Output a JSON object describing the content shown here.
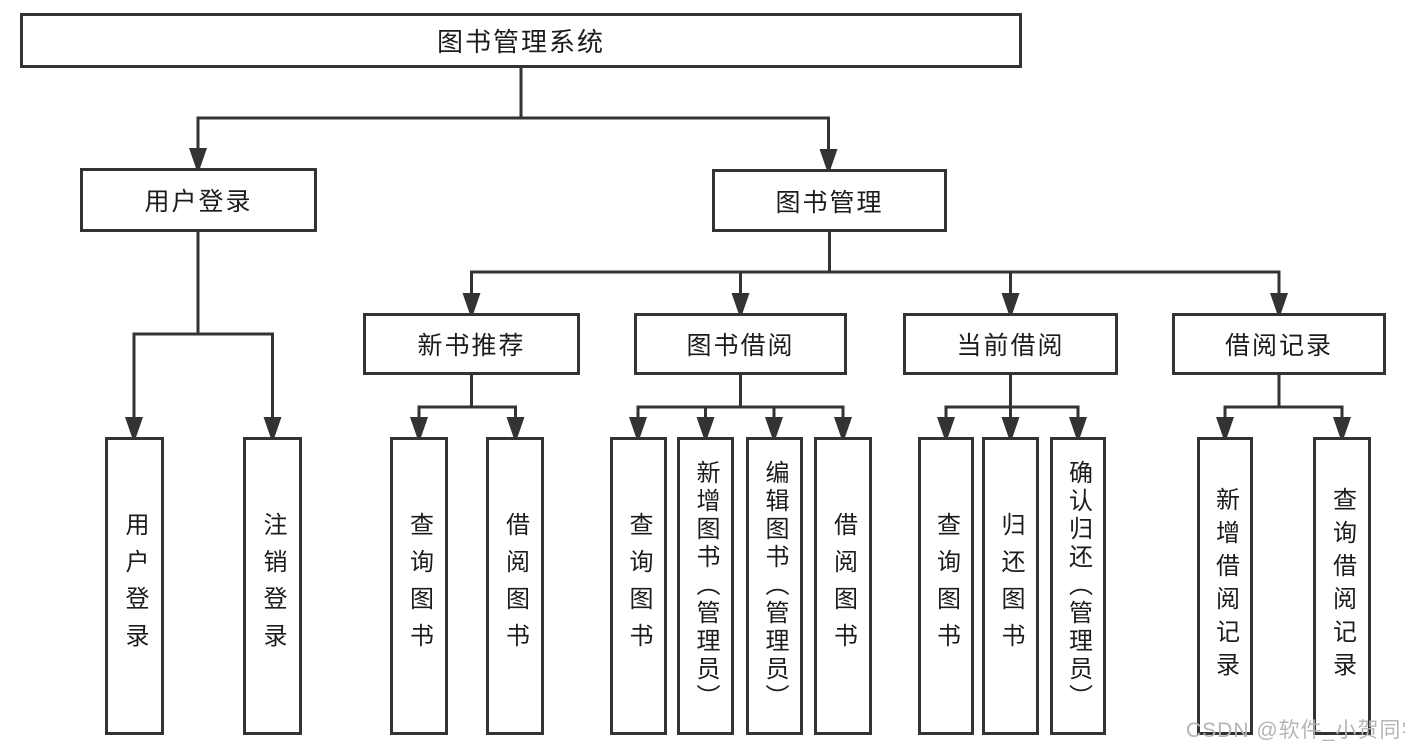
{
  "tree": {
    "label": "图书管理系统",
    "children": [
      {
        "label": "用户登录",
        "children": [
          {
            "label": "用户登录"
          },
          {
            "label": "注销登录"
          }
        ]
      },
      {
        "label": "图书管理",
        "children": [
          {
            "label": "新书推荐",
            "children": [
              {
                "label": "查询图书"
              },
              {
                "label": "借阅图书"
              }
            ]
          },
          {
            "label": "图书借阅",
            "children": [
              {
                "label": "查询图书"
              },
              {
                "label": "新增图书（管理员）"
              },
              {
                "label": "编辑图书（管理员）"
              },
              {
                "label": "借阅图书"
              }
            ]
          },
          {
            "label": "当前借阅",
            "children": [
              {
                "label": "查询图书"
              },
              {
                "label": "归还图书"
              },
              {
                "label": "确认归还（管理员）"
              }
            ]
          },
          {
            "label": "借阅记录",
            "children": [
              {
                "label": "新增借阅记录"
              },
              {
                "label": "查询借阅记录"
              }
            ]
          }
        ]
      }
    ]
  },
  "watermark": {
    "text": "CSDN @软件_小贺同学"
  },
  "colors": {
    "line": "#333333",
    "box_border": "#333333",
    "box_fill": "#ffffff",
    "text": "#1c1c1c",
    "watermark": "#b5b5b5",
    "background": "#ffffff"
  }
}
